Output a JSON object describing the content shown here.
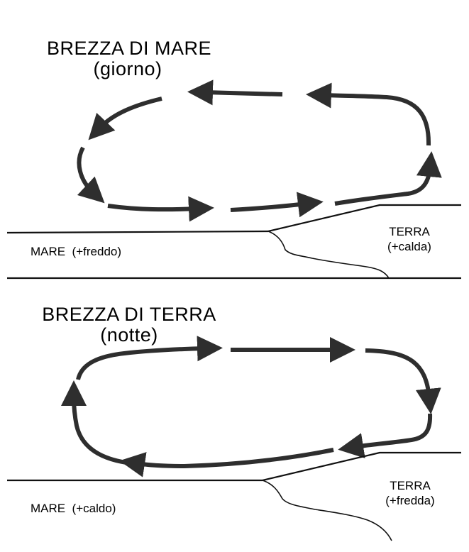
{
  "panels": {
    "day": {
      "title_line1": "BREZZA DI MARE",
      "title_line2": "(giorno)",
      "sea_label": "MARE  (+freddo)",
      "land_label_line1": "TERRA",
      "land_label_line2": "(+calda)"
    },
    "night": {
      "title_line1": "BREZZA DI TERRA",
      "title_line2": "(notte)",
      "sea_label": "MARE  (+caldo)",
      "land_label_line1": "TERRA",
      "land_label_line2": "(+fredda)"
    }
  },
  "colors": {
    "arrow": "#2e2e2e",
    "line": "#111111",
    "background": "#ffffff"
  }
}
